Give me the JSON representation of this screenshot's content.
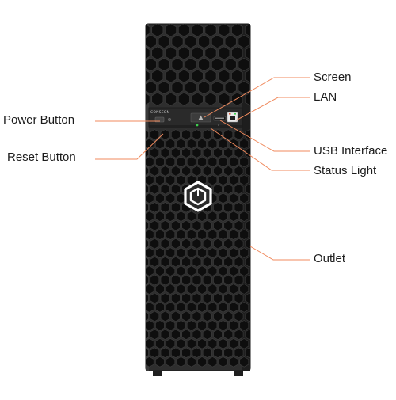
{
  "colors": {
    "leader_line": "#f08a5d",
    "chassis": "#2e2e2e",
    "chassis_dark": "#1a1a1a",
    "hex_hole": "#0d0d0d",
    "status_light": "#3ecf4e"
  },
  "device": {
    "brand": "CONSEON",
    "logo_icon": "cube-hexagon-icon"
  },
  "labels": {
    "screen": "Screen",
    "lan": "LAN",
    "usb_interface": "USB Interface",
    "status_light": "Status Light",
    "outlet": "Outlet",
    "power_button": "Power Button",
    "reset_button": "Reset Button"
  }
}
